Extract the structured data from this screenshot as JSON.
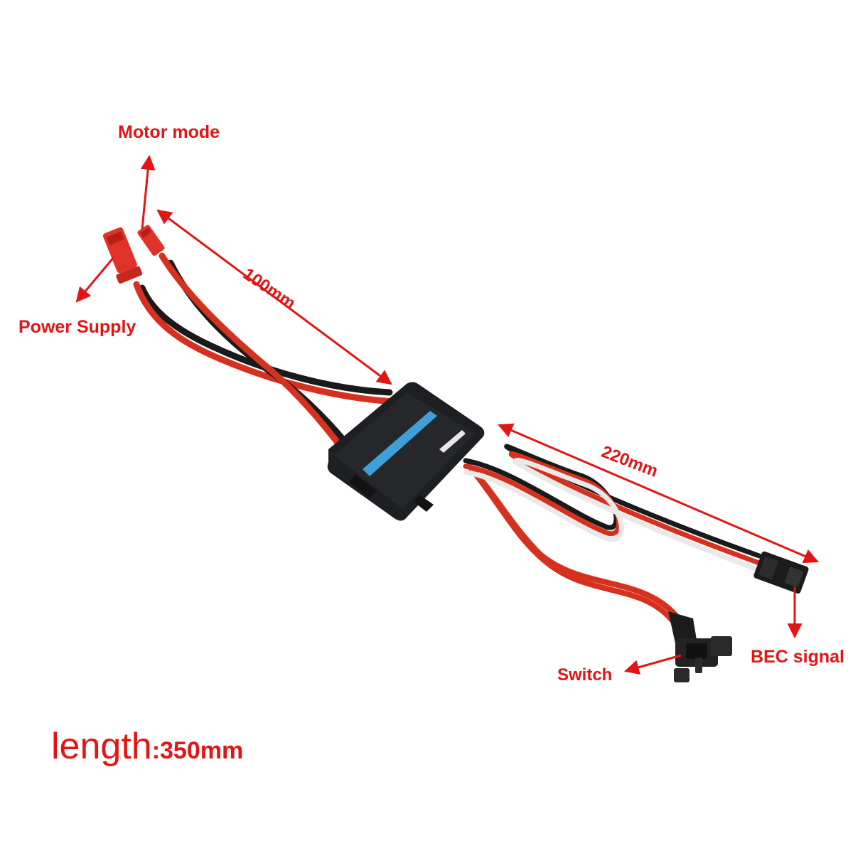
{
  "labels": {
    "motor_mode": "Motor mode",
    "power_supply": "Power Supply",
    "dim_100": "100mm",
    "dim_220": "220mm",
    "switch": "Switch",
    "bec_signal": "BEC signal"
  },
  "length": {
    "word": "length",
    "value": ":350mm"
  },
  "colors": {
    "annotation": "#e31414",
    "wire_red": "#d6301f",
    "wire_black": "#1a1a1a",
    "wire_white": "#f4f4f4",
    "body": "#1e1f22",
    "stripe": "#3fa0d8"
  }
}
